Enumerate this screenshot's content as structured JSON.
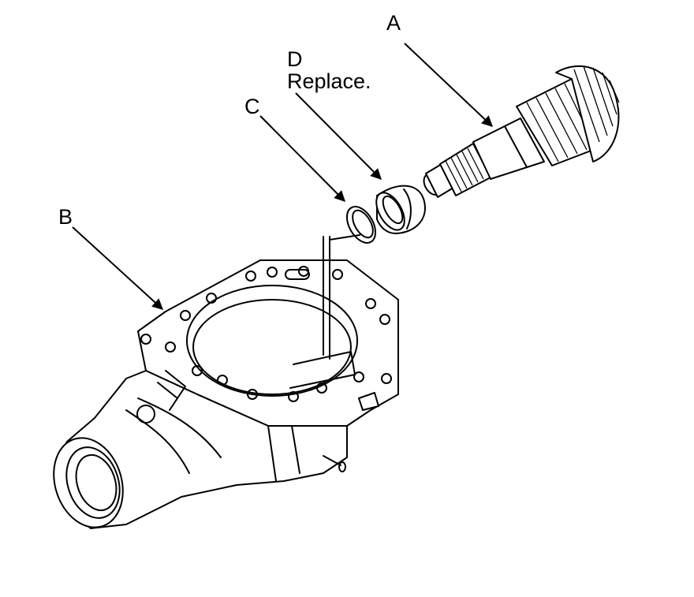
{
  "labels": {
    "a": "A",
    "b": "B",
    "c": "C",
    "d": "D",
    "d_note": "Replace."
  },
  "colors": {
    "line": "#000000",
    "background": "#ffffff"
  }
}
